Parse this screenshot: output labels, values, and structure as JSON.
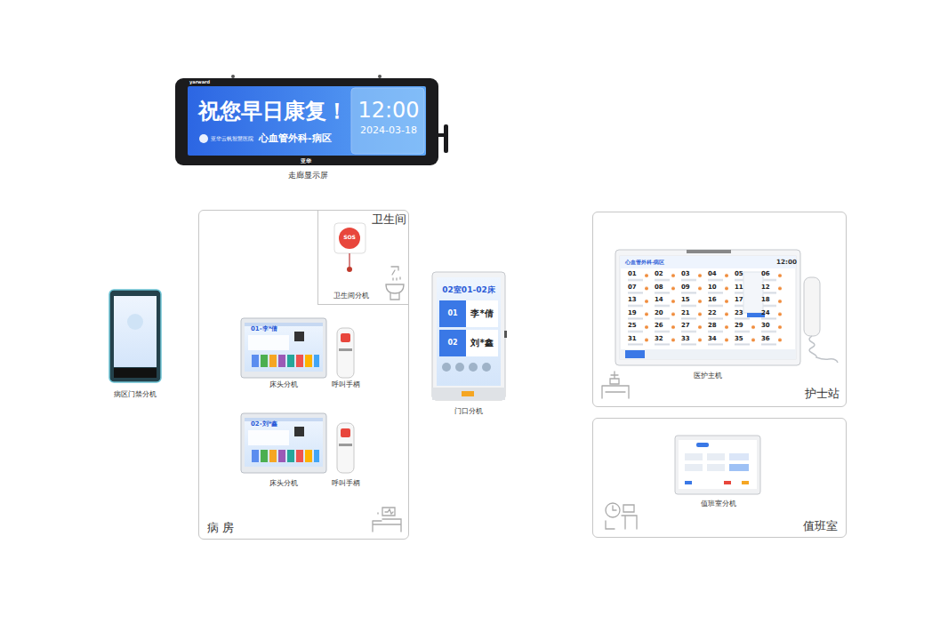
{
  "diagram": {
    "nodes": [
      {
        "text": [
          "祝您早日康复！",
          "12:00",
          "2024-03-18",
          "亚华云帆智慧医院",
          "心血管外科-病区",
          "走廊显示屏"
        ]
      },
      {
        "text": [
          "病区门禁分机"
        ]
      },
      {
        "text": [
          "病 房"
        ]
      },
      {
        "text": [
          "卫生间"
        ],
        "in": 2
      },
      {
        "text": [
          "SOS",
          "卫生间分机"
        ],
        "in": 3
      },
      {
        "text": [
          "01-李*倩",
          "床头分机"
        ],
        "in": 2
      },
      {
        "text": [
          "呼叫手柄"
        ],
        "in": 2
      },
      {
        "text": [
          "02-刘*鑫",
          "床头分机"
        ],
        "in": 2
      },
      {
        "text": [
          "呼叫手柄"
        ],
        "in": 2
      },
      {
        "text": [
          "02室01-02床",
          "01",
          "李*倩",
          "02",
          "刘*鑫",
          "门口分机"
        ]
      },
      {
        "text": [
          "护士站"
        ]
      },
      {
        "text": [
          "心血管外科-病区",
          "12:00",
          "医护主机"
        ],
        "in": 10
      },
      {
        "text": [
          "值班室"
        ]
      },
      {
        "text": [
          "值班室分机"
        ],
        "in": 12
      }
    ],
    "labels": [
      "yarward",
      "亚华",
      "01",
      "02",
      "03",
      "04",
      "05",
      "06",
      "07",
      "08",
      "09",
      "10",
      "11",
      "12",
      "13",
      "14",
      "15",
      "16",
      "17",
      "18",
      "19",
      "20",
      "21",
      "22",
      "23",
      "24",
      "25",
      "26",
      "27",
      "28",
      "29",
      "30",
      "31",
      "32",
      "33",
      "34",
      "35",
      "36"
    ]
  }
}
